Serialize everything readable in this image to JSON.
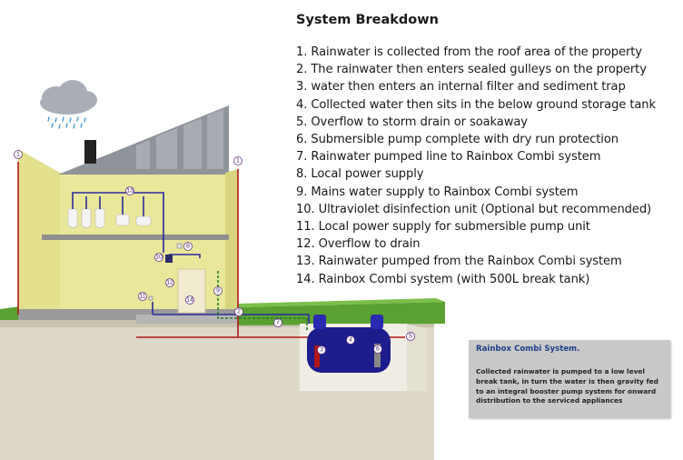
{
  "breakdown": {
    "heading": "System Breakdown",
    "items": [
      "1. Rainwater is collected from the roof area of the property",
      "2. The rainwater then enters sealed gulleys on the property",
      "3. water then enters an internal filter and sediment trap",
      "4. Collected water then sits in the below ground storage tank",
      "5. Overflow to storm drain or soakaway",
      "6. Submersible pump complete with dry run protection",
      "7. Rainwater pumped line to Rainbox Combi system",
      "8. Local power supply",
      "9. Mains water supply to Rainbox Combi system",
      "10. Ultraviolet disinfection unit (Optional but recommended)",
      "11. Local power supply for submersible pump unit",
      "12. Overflow to drain",
      "13. Rainwater pumped from the Rainbox Combi system",
      "14. Rainbox Combi system (with 500L break tank)"
    ]
  },
  "infobox": {
    "title": "Rainbox Combi System.",
    "body": "Collected rainwater is pumped to a low level break tank, in turn the water is then gravity fed to an integral booster pump system for onward distribution to the serviced appliances"
  },
  "callouts": {
    "n1": "1",
    "n2": "2",
    "n3": "3",
    "n4": "4",
    "n5": "5",
    "n6": "6",
    "n7": "7",
    "n8": "8",
    "n9": "9",
    "n10": "10",
    "n11": "11",
    "n12": "12",
    "n13": "13",
    "n14": "14"
  },
  "colors": {
    "wall": "#e9e79a",
    "roof": "#8f939a",
    "ground": "#ddd8c8",
    "grass": "#5aa032",
    "tank": "#1c1c8c",
    "feed_pipe": "#2a2a9c",
    "mains_pipe": "#b01818",
    "overflow_pipe": "#2a7a2a",
    "callout_ring": "#6a3a8a",
    "cloud": "#a9aeb6",
    "rain": "#4a9ad8",
    "infobox_bg": "#c9c9c9",
    "infobox_title": "#1f3e8a"
  },
  "icons": [
    "rain-cloud-icon",
    "chimney-icon",
    "urinal-icon",
    "toilet-icon"
  ]
}
